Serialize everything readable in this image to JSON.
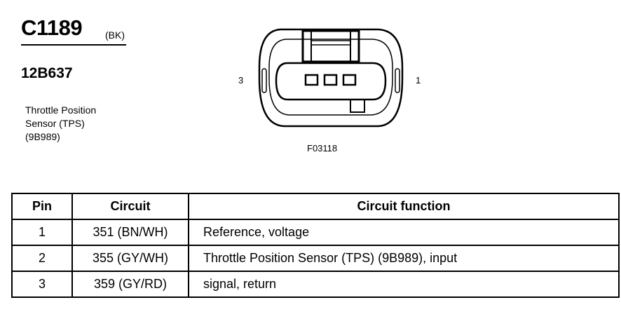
{
  "connector": {
    "id": "C1189",
    "color_code": "(BK)",
    "part_number": "12B637",
    "description_lines": [
      "Throttle Position",
      "Sensor (TPS)",
      "(9B989)"
    ]
  },
  "diagram": {
    "pin_left_label": "3",
    "pin_right_label": "1",
    "figure_id": "F03118"
  },
  "table": {
    "headers": [
      "Pin",
      "Circuit",
      "Circuit function"
    ],
    "rows": [
      [
        "1",
        "351 (BN/WH)",
        "Reference, voltage"
      ],
      [
        "2",
        "355 (GY/WH)",
        "Throttle Position Sensor (TPS) (9B989), input"
      ],
      [
        "3",
        "359 (GY/RD)",
        "signal, return"
      ]
    ]
  }
}
